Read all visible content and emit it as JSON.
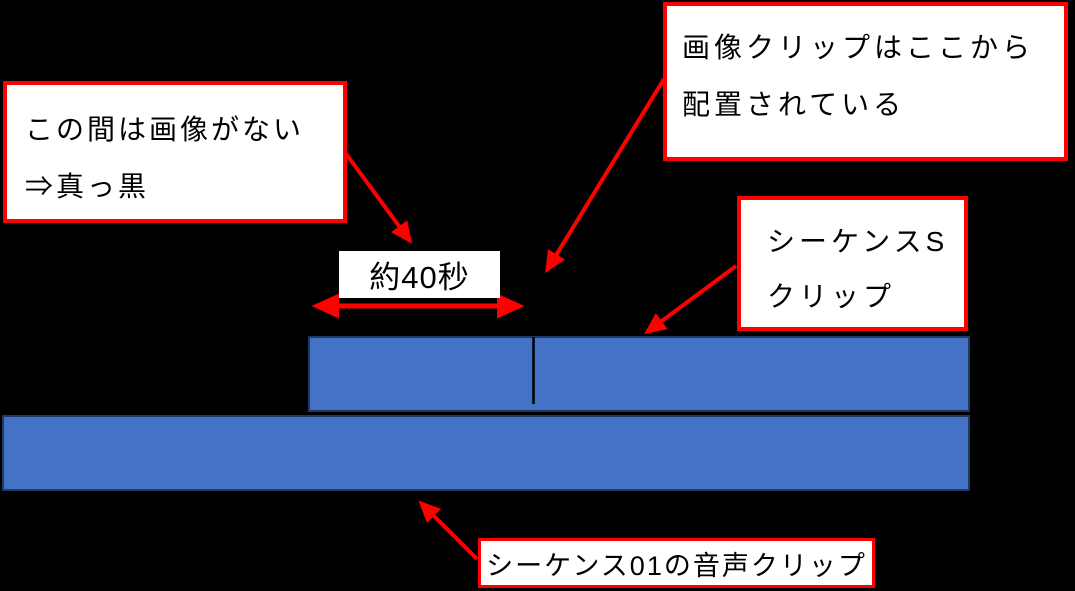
{
  "diagram": {
    "description_hint": "video timeline diagram with two clip bars and callouts",
    "colors": {
      "background": "#000000",
      "bar_fill": "#4472C4",
      "bar_border": "#1F3864",
      "callout_border": "#FF0000",
      "arrow": "#FF0000",
      "callout_background": "#FFFFFF",
      "text": "#000000"
    },
    "callouts": {
      "no_image": {
        "lines": [
          "この間は画像がない",
          "⇒真っ黒"
        ]
      },
      "image_clip_start": {
        "lines": [
          "画像クリップはここから",
          "配置されている"
        ]
      },
      "duration": {
        "label": "約40秒"
      },
      "sequence_s": {
        "lines": [
          "シーケンスS",
          "クリップ"
        ]
      },
      "audio_clip": {
        "label": "シーケンス01の音声クリップ"
      }
    },
    "bars": {
      "video_clip_bar": "sequence S clip bar",
      "audio_clip_bar": "sequence 01 audio clip bar"
    }
  }
}
